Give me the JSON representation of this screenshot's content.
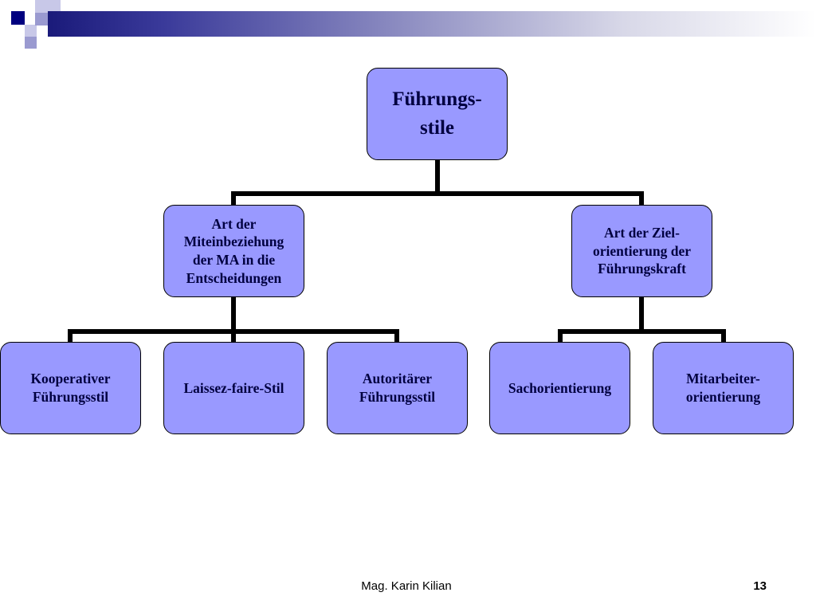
{
  "diagram": {
    "root": {
      "line1": "Führungs-",
      "line2": "stile"
    },
    "level1": [
      {
        "lines": [
          "Art der",
          "Miteinbeziehung",
          "der MA in die",
          "Entscheidungen"
        ]
      },
      {
        "lines": [
          "Art der Ziel-",
          "orientierung der",
          "Führungskraft"
        ]
      }
    ],
    "leaves": [
      {
        "lines": [
          "Kooperativer",
          "Führungsstil"
        ]
      },
      {
        "lines": [
          "Laissez-faire-Stil"
        ]
      },
      {
        "lines": [
          "Autoritärer",
          "Führungsstil"
        ]
      },
      {
        "lines": [
          "Sachorientierung"
        ]
      },
      {
        "lines": [
          "Mitarbeiter-",
          "orientierung"
        ]
      }
    ]
  },
  "footer": {
    "author": "Mag. Karin Kilian",
    "page_number": "13"
  },
  "colors": {
    "box_fill": "#9999ff",
    "box_text": "#000040",
    "connector": "#000000",
    "header_accent": "#000080"
  }
}
